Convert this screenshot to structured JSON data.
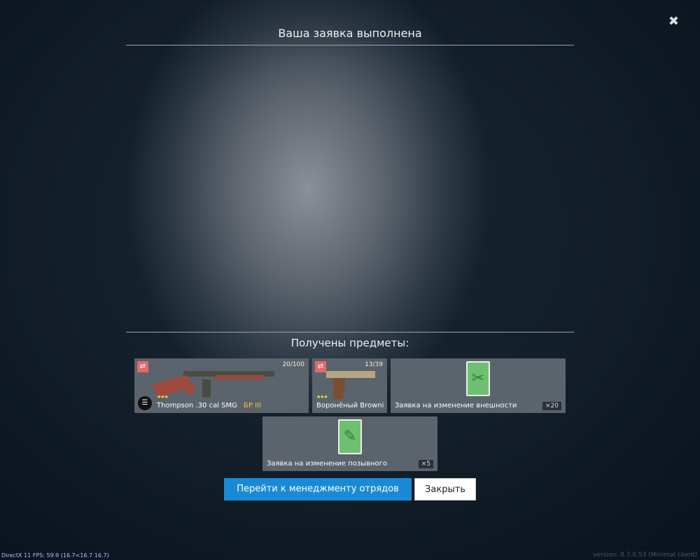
{
  "title": "Ваша заявка выполнена",
  "received_label": "Получены предметы:",
  "items": [
    {
      "name": "Thompson .30 cal SMG",
      "tier": "БР III",
      "ammo": "20/100",
      "stars": "★★★"
    },
    {
      "name": "Воронёный Browni",
      "ammo": "13/39",
      "stars": "★★★"
    },
    {
      "name": "Заявка на изменение внешности",
      "count": "×20"
    },
    {
      "name": "Заявка на изменение позывного",
      "count": "×5"
    }
  ],
  "buttons": {
    "squad": "Перейти к менеджменту отрядов",
    "close": "Закрыть"
  },
  "footer": {
    "fps": "DirectX 11 FPS: 59.9 (16.7<16.7 16.7)",
    "version": "version: 0.7.0.53 (Minimal client)"
  },
  "colors": {
    "primary": "#1a8ad6",
    "tag": "#e06b6b",
    "tier": "#f0c23a"
  }
}
